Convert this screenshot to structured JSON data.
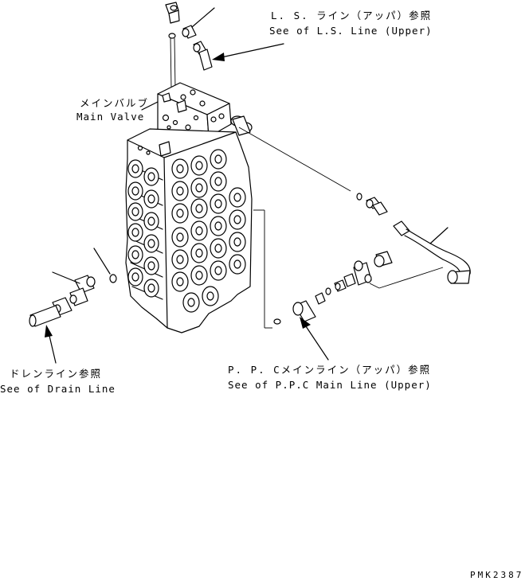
{
  "labels": {
    "ls_line_jp": "L. S. ライン（アッパ）参照",
    "ls_line_en": "See of L.S. Line (Upper)",
    "main_valve_jp": "メインバルブ",
    "main_valve_en": "Main Valve",
    "drain_line_jp": "ドレンライン参照",
    "drain_line_en": "See of Drain Line",
    "ppc_line_jp": "P. P. Cメインライン（アッパ）参照",
    "ppc_line_en": "See of P.P.C Main Line (Upper)",
    "drawing_code": "PMK2387"
  }
}
